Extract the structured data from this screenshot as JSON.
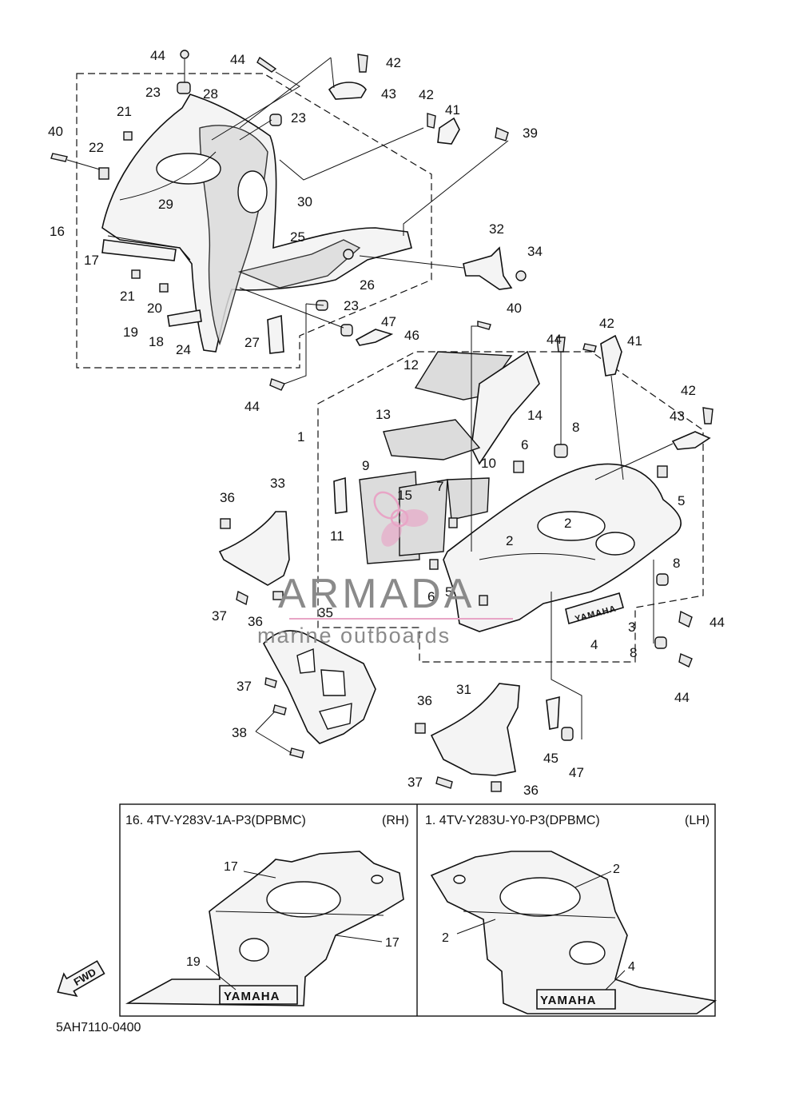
{
  "diagram": {
    "callouts": [
      {
        "id": "c44a",
        "text": "44"
      },
      {
        "id": "c44b",
        "text": "44"
      },
      {
        "id": "c42a",
        "text": "42"
      },
      {
        "id": "c23a",
        "text": "23"
      },
      {
        "id": "c28",
        "text": "28"
      },
      {
        "id": "c43a",
        "text": "43"
      },
      {
        "id": "c23b",
        "text": "23"
      },
      {
        "id": "c42b",
        "text": "42"
      },
      {
        "id": "c41a",
        "text": "41"
      },
      {
        "id": "c21a",
        "text": "21"
      },
      {
        "id": "c40a",
        "text": "40"
      },
      {
        "id": "c22",
        "text": "22"
      },
      {
        "id": "c39",
        "text": "39"
      },
      {
        "id": "c30",
        "text": "30"
      },
      {
        "id": "c29",
        "text": "29"
      },
      {
        "id": "c16",
        "text": "16"
      },
      {
        "id": "c25",
        "text": "25"
      },
      {
        "id": "c32",
        "text": "32"
      },
      {
        "id": "c17",
        "text": "17"
      },
      {
        "id": "c34",
        "text": "34"
      },
      {
        "id": "c26",
        "text": "26"
      },
      {
        "id": "c21b",
        "text": "21"
      },
      {
        "id": "c23c",
        "text": "23"
      },
      {
        "id": "c20",
        "text": "20"
      },
      {
        "id": "c40b",
        "text": "40"
      },
      {
        "id": "c47a",
        "text": "47"
      },
      {
        "id": "c19",
        "text": "19"
      },
      {
        "id": "c46",
        "text": "46"
      },
      {
        "id": "c18",
        "text": "18"
      },
      {
        "id": "c24",
        "text": "24"
      },
      {
        "id": "c27",
        "text": "27"
      },
      {
        "id": "c42c",
        "text": "42"
      },
      {
        "id": "c44c",
        "text": "44"
      },
      {
        "id": "c41b",
        "text": "41"
      },
      {
        "id": "c12",
        "text": "12"
      },
      {
        "id": "c44d",
        "text": "44"
      },
      {
        "id": "c42d",
        "text": "42"
      },
      {
        "id": "c14",
        "text": "14"
      },
      {
        "id": "c13",
        "text": "13"
      },
      {
        "id": "c43b",
        "text": "43"
      },
      {
        "id": "c8a",
        "text": "8"
      },
      {
        "id": "c1",
        "text": "1"
      },
      {
        "id": "c6a",
        "text": "6"
      },
      {
        "id": "c9",
        "text": "9"
      },
      {
        "id": "c10",
        "text": "10"
      },
      {
        "id": "c33",
        "text": "33"
      },
      {
        "id": "c15",
        "text": "15"
      },
      {
        "id": "c7",
        "text": "7"
      },
      {
        "id": "c36a",
        "text": "36"
      },
      {
        "id": "c5a",
        "text": "5"
      },
      {
        "id": "c11",
        "text": "11"
      },
      {
        "id": "c2a",
        "text": "2"
      },
      {
        "id": "c2b",
        "text": "2"
      },
      {
        "id": "c8b",
        "text": "8"
      },
      {
        "id": "c6b",
        "text": "6"
      },
      {
        "id": "c5b",
        "text": "5"
      },
      {
        "id": "c37a",
        "text": "37"
      },
      {
        "id": "c36b",
        "text": "36"
      },
      {
        "id": "c35",
        "text": "35"
      },
      {
        "id": "c44e",
        "text": "44"
      },
      {
        "id": "c3",
        "text": "3"
      },
      {
        "id": "c4a",
        "text": "4"
      },
      {
        "id": "c8c",
        "text": "8"
      },
      {
        "id": "c37b",
        "text": "37"
      },
      {
        "id": "c44f",
        "text": "44"
      },
      {
        "id": "c31",
        "text": "31"
      },
      {
        "id": "c36c",
        "text": "36"
      },
      {
        "id": "c38",
        "text": "38"
      },
      {
        "id": "c45",
        "text": "45"
      },
      {
        "id": "c47b",
        "text": "47"
      },
      {
        "id": "c37c",
        "text": "37"
      },
      {
        "id": "c36d",
        "text": "36"
      }
    ],
    "decal_text": "YAMAHA"
  },
  "variants": {
    "rh": {
      "title": "16. 4TV-Y283V-1A-P3(DPBMC)",
      "side": "(RH)",
      "callouts": [
        "17",
        "17",
        "19"
      ],
      "decal": "YAMAHA"
    },
    "lh": {
      "title": "1. 4TV-Y283U-Y0-P3(DPBMC)",
      "side": "(LH)",
      "callouts": [
        "2",
        "2",
        "4"
      ],
      "decal": "YAMAHA"
    }
  },
  "fwd_label": "FWD",
  "drawing_number": "5AH7110-0400",
  "watermark": {
    "brand": "ARMADA",
    "tagline": "marine outboards",
    "colors": {
      "pink": "#e8a5c6",
      "gray": "#8a8a8a"
    }
  }
}
